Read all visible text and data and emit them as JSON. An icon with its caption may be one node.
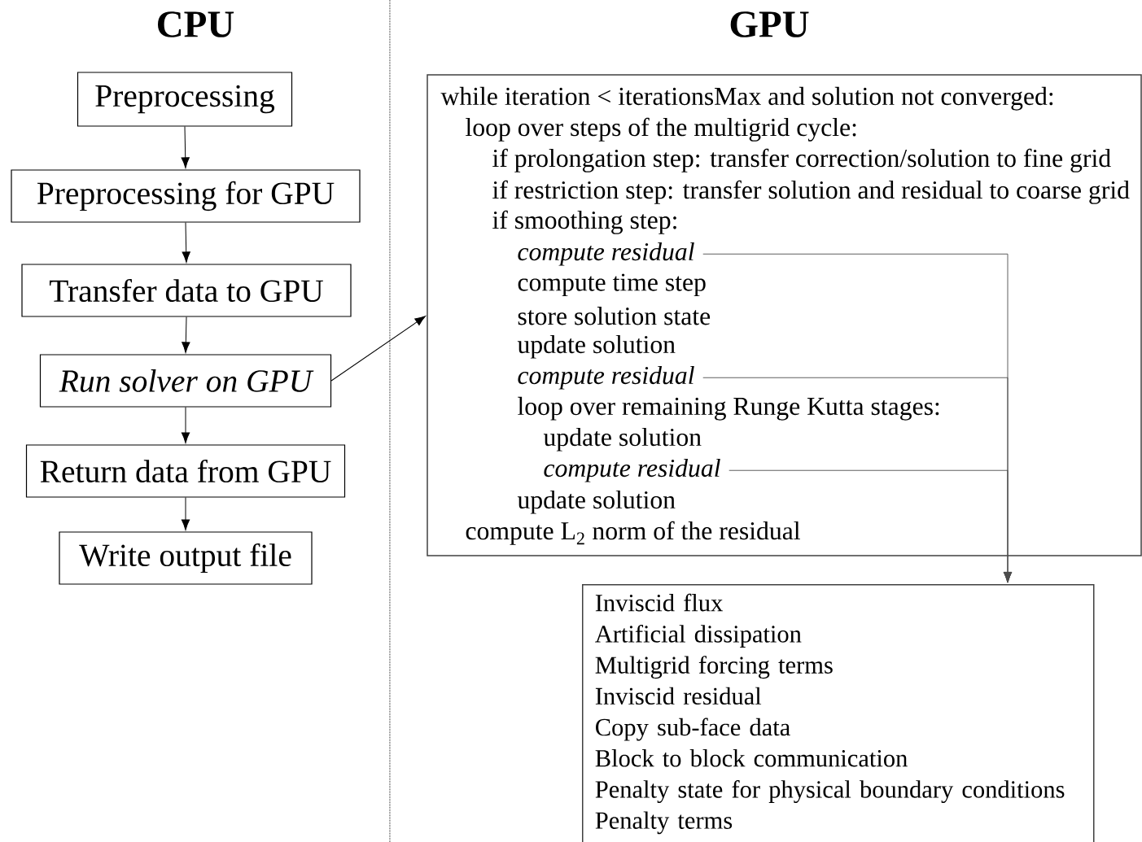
{
  "diagram": {
    "nodes": [
      {
        "text": [
          "Preprocessing"
        ]
      },
      {
        "text": [
          "Preprocessing for GPU"
        ]
      },
      {
        "text": [
          "Transfer data to GPU"
        ]
      },
      {
        "text": [
          "Run solver on GPU"
        ]
      },
      {
        "text": [
          "Return data from GPU"
        ]
      },
      {
        "text": [
          "Write output file"
        ]
      },
      {
        "text": [],
        "shape": "box"
      },
      {
        "text": [
          "while iteration < iterationsMax and solution not converged:"
        ],
        "in": 6
      },
      {
        "text": [
          "loop over steps of the multigrid cycle:"
        ],
        "in": 6
      },
      {
        "text": [
          "if prolongation step:  transfer correction/solution to fine grid"
        ],
        "in": 6
      },
      {
        "text": [
          "if restriction step:  transfer solution and residual to coarse grid"
        ],
        "in": 6
      },
      {
        "text": [
          "if smoothing step:"
        ],
        "in": 6
      },
      {
        "text": [
          "compute residual"
        ],
        "in": 6
      },
      {
        "text": [
          "compute time step"
        ],
        "in": 6
      },
      {
        "text": [
          "store solution state"
        ],
        "in": 6
      },
      {
        "text": [
          "update solution"
        ],
        "in": 6
      },
      {
        "text": [
          "compute residual"
        ],
        "in": 6
      },
      {
        "text": [
          "loop over remaining Runge Kutta stages:"
        ],
        "in": 6
      },
      {
        "text": [
          "update solution"
        ],
        "in": 6
      },
      {
        "text": [
          "compute residual"
        ],
        "in": 6
      },
      {
        "text": [
          "update solution"
        ],
        "in": 6
      },
      {
        "text": [
          "compute L$_{2}$ norm of the residual"
        ],
        "in": 6
      },
      {
        "text": [
          "Inviscid flux",
          "Artificial dissipation",
          "Multigrid forcing terms",
          "Inviscid residual",
          "Copy sub-face data",
          "Block to block communication",
          "Penalty state for physical boundary conditions",
          "Penalty terms"
        ]
      }
    ],
    "edges": [
      {
        "from": 0,
        "to": 1,
        "arrow": "to"
      },
      {
        "from": 1,
        "to": 2,
        "arrow": "to"
      },
      {
        "from": 2,
        "to": 3,
        "arrow": "to"
      },
      {
        "from": 3,
        "to": 4,
        "arrow": "to"
      },
      {
        "from": 4,
        "to": 5,
        "arrow": "to"
      },
      {
        "from": 3,
        "to": 6,
        "arrow": "to"
      },
      {
        "from": 12,
        "to": 22,
        "arrow": "to"
      },
      {
        "from": 16,
        "to": 22,
        "arrow": "to"
      },
      {
        "from": 19,
        "to": 22,
        "arrow": "to"
      }
    ],
    "labels": [
      "CPU",
      "GPU"
    ]
  }
}
